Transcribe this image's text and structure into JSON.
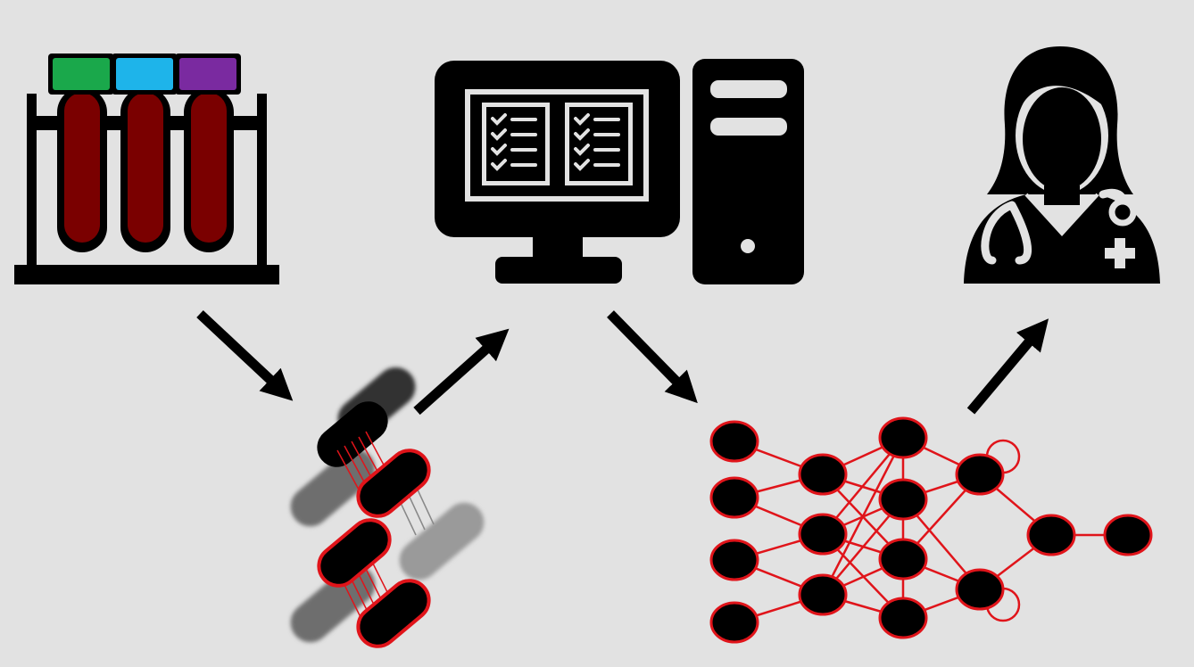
{
  "diagram": {
    "background": "#e2e2e2",
    "nodes": [
      {
        "id": "blood-samples",
        "icon": "blood-test-tubes-icon",
        "cap_colors": [
          "#1aa84b",
          "#1eb4ea",
          "#7a2aa0"
        ],
        "fluid_color": "#7a0000"
      },
      {
        "id": "dna-sequencing",
        "icon": "dna-sequencer-icon",
        "accent_color": "#e0141a"
      },
      {
        "id": "computer",
        "icon": "computer-workstation-icon"
      },
      {
        "id": "neural-network",
        "icon": "neural-network-icon",
        "edge_color": "#e0141a"
      },
      {
        "id": "doctor",
        "icon": "doctor-icon"
      }
    ],
    "edges": [
      {
        "from": "blood-samples",
        "to": "dna-sequencing"
      },
      {
        "from": "dna-sequencing",
        "to": "computer"
      },
      {
        "from": "computer",
        "to": "neural-network"
      },
      {
        "from": "neural-network",
        "to": "doctor"
      }
    ],
    "colors": {
      "icon": "#000000",
      "accent_red": "#e0141a"
    }
  }
}
